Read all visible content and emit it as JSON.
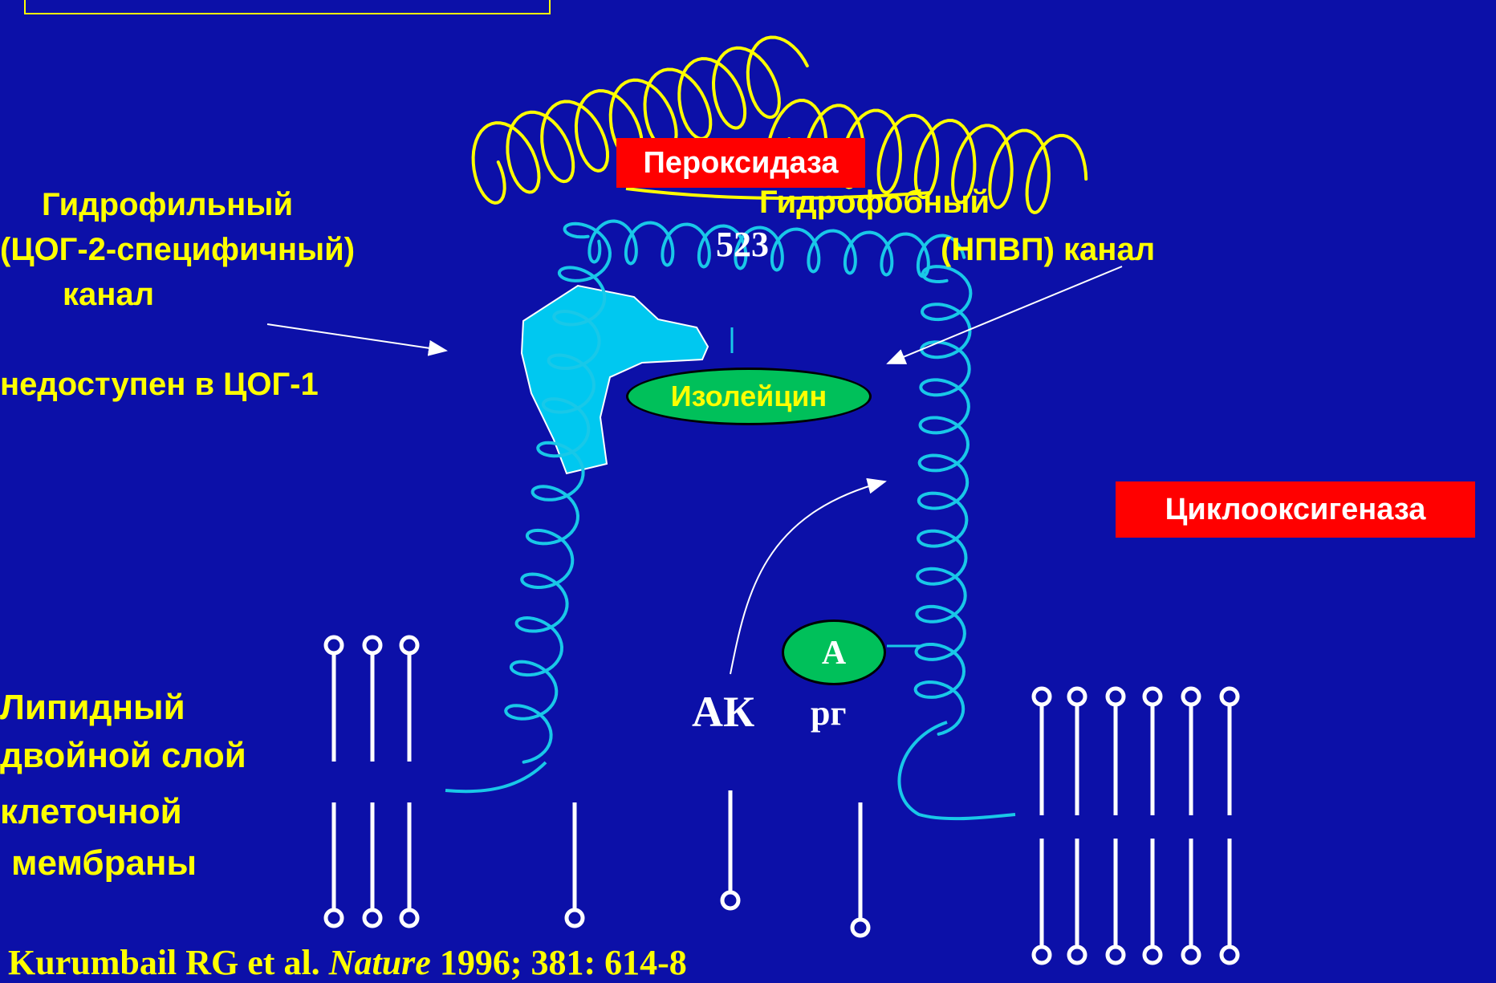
{
  "labels": {
    "hydrophilic_title": "Гидрофильный",
    "hydrophilic_spec": "(ЦОГ-2-специфичный)",
    "hydrophilic_channel": "канал",
    "cox1_note": "недоступен в ЦОГ-1",
    "hydrophobic_title": "Гидрофобный",
    "hydrophobic_channel": "(НПВП) канал",
    "residue": "523",
    "peroxidase": "Пероксидаза",
    "isoleucine": "Изолейцин",
    "cyclooxygenase": "Циклооксигеназа",
    "arg_letter": "А",
    "arg_suffix": "рг",
    "arachidonic": "АК",
    "lipid_line1": "Липидный",
    "lipid_line2": "двойной слой",
    "lipid_line3": "клеточной",
    "lipid_line4": "мембраны"
  },
  "citation": {
    "authors": "Kurumbail RG et al. ",
    "journal": "Nature",
    "rest": " 1996; 381: 614-8"
  },
  "colors": {
    "background": "#0c10a8",
    "text": "#ffff00",
    "helix_protein": "#19c8e8",
    "helix_top": "#ffff00",
    "pocket": "#00c8f0",
    "label_box": "#ff0000",
    "oval": "#00c05a",
    "membrane": "#ffffff"
  }
}
